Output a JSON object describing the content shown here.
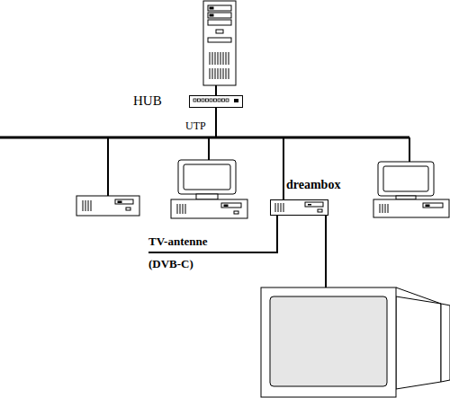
{
  "diagram": {
    "nodes": [
      {
        "text": [
          "HUB"
        ]
      },
      {
        "text": [
          "dreambox"
        ]
      }
    ],
    "edges": [
      {
        "from": 0,
        "to": 1,
        "arrow": "none",
        "label": "UTP"
      }
    ],
    "labels": [
      "TV-antenne (DVB-C)"
    ]
  }
}
